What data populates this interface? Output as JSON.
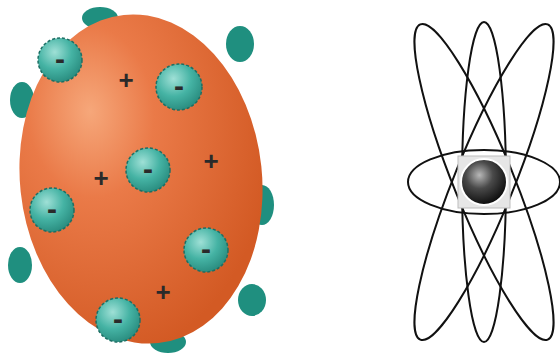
{
  "diagram": {
    "nodes": [
      {
        "text": [
          "+",
          "+",
          "+",
          "+"
        ]
      },
      {
        "text": [
          "-"
        ],
        "in": 0
      },
      {
        "text": [
          "-"
        ],
        "in": 0
      },
      {
        "text": [
          "-"
        ],
        "in": 0
      },
      {
        "text": [
          "-"
        ],
        "in": 0
      },
      {
        "text": [
          "-"
        ],
        "in": 0
      },
      {
        "text": [
          "-"
        ],
        "in": 0
      }
    ]
  }
}
